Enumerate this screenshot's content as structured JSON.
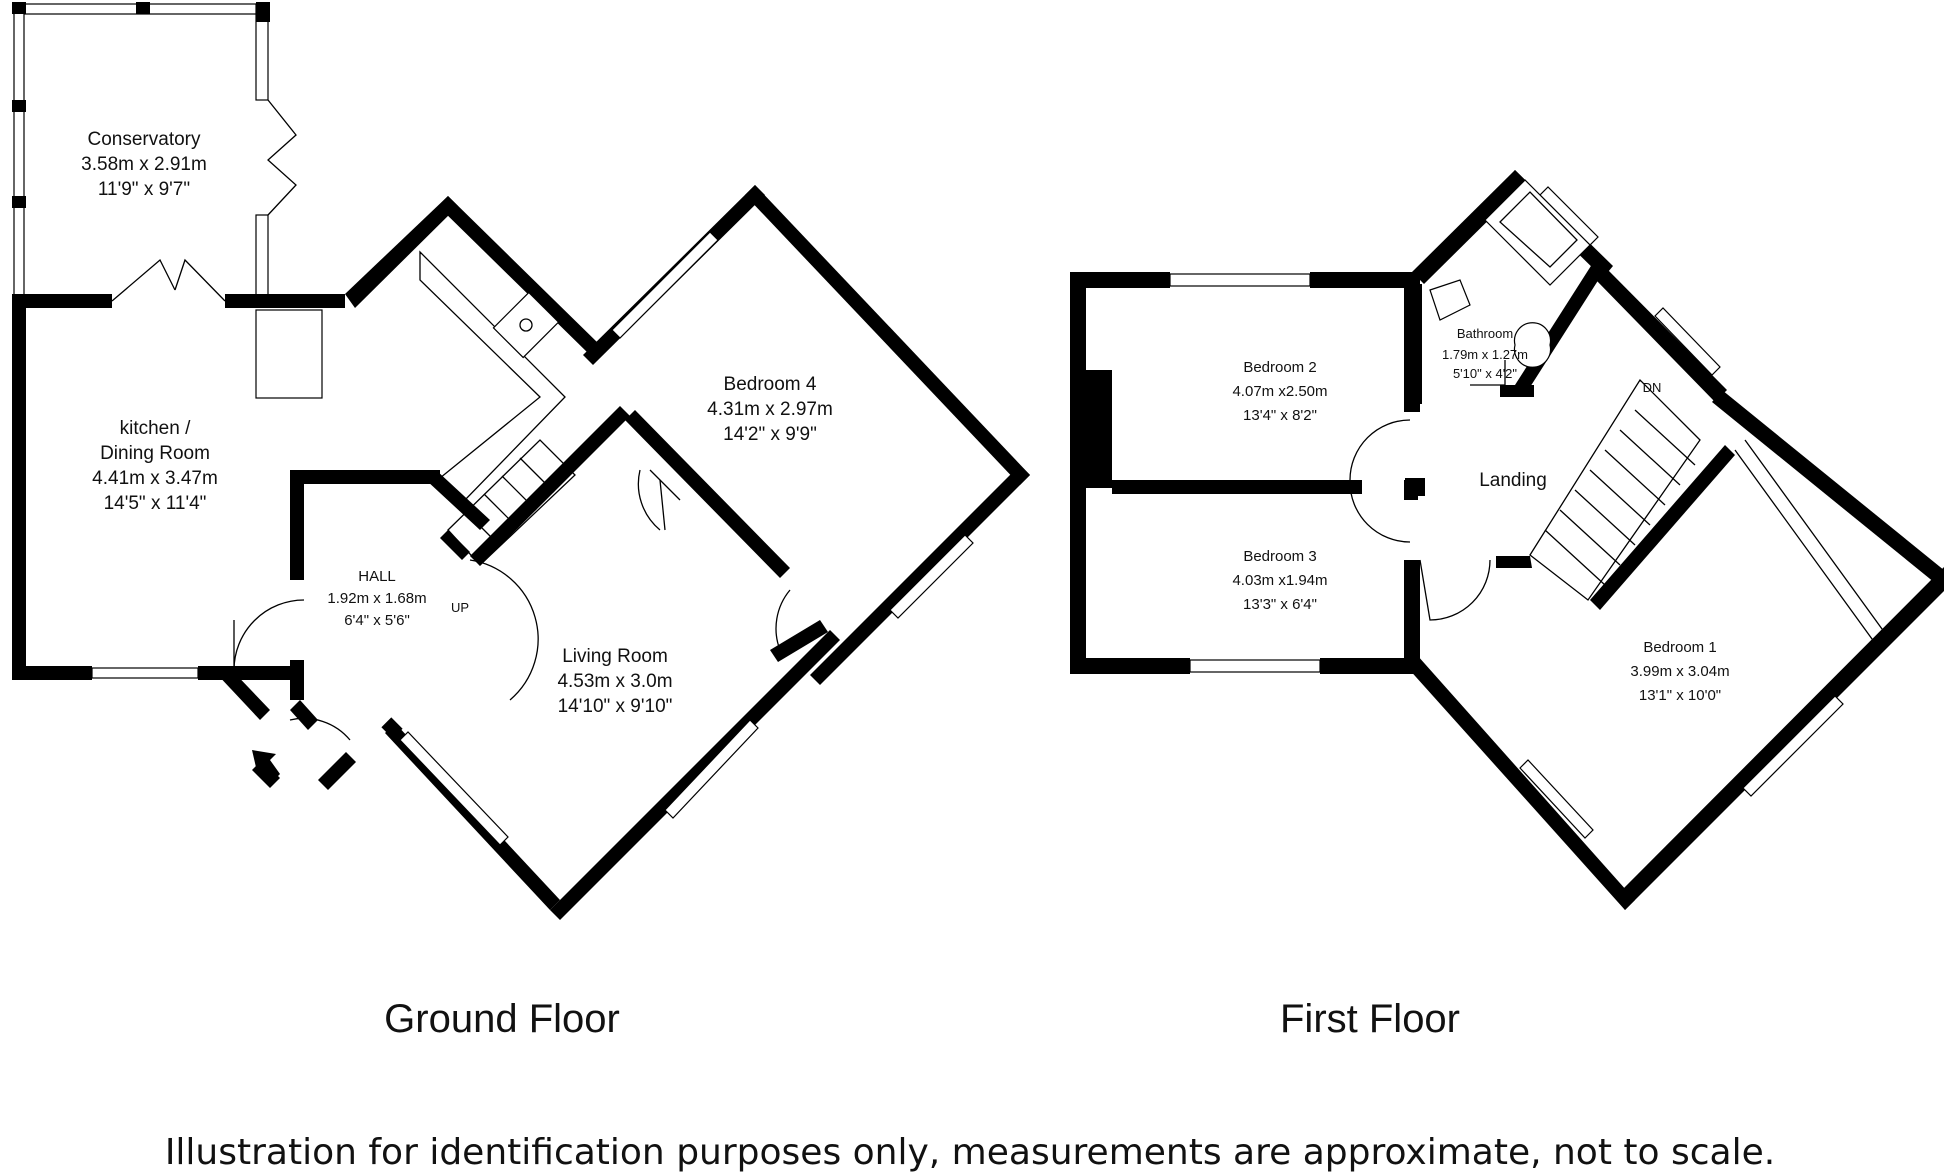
{
  "ground_floor": {
    "label": "Ground Floor",
    "rooms": {
      "conservatory": {
        "name": "Conservatory",
        "metric": "3.58m x 2.91m",
        "imperial": "11'9\" x 9'7\""
      },
      "kitchen": {
        "name_line1": "kitchen /",
        "name_line2": "Dining Room",
        "metric": "4.41m x 3.47m",
        "imperial": "14'5\" x 11'4\""
      },
      "hall": {
        "name": "HALL",
        "metric": "1.92m x 1.68m",
        "imperial": "6'4\" x 5'6\""
      },
      "living_room": {
        "name": "Living Room",
        "metric": "4.53m x 3.0m",
        "imperial": "14'10\" x 9'10\""
      },
      "bedroom4": {
        "name": "Bedroom 4",
        "metric": "4.31m x 2.97m",
        "imperial": "14'2\" x 9'9\""
      }
    },
    "stairs_label": "UP"
  },
  "first_floor": {
    "label": "First Floor",
    "rooms": {
      "bedroom2": {
        "name": "Bedroom 2",
        "metric": "4.07m x2.50m",
        "imperial": "13'4\" x 8'2\""
      },
      "bedroom3": {
        "name": "Bedroom 3",
        "metric": "4.03m x1.94m",
        "imperial": "13'3\" x 6'4\""
      },
      "bathroom": {
        "name": "Bathroom",
        "metric": "1.79m x 1.27m",
        "imperial": "5'10\" x 4'2\""
      },
      "landing": {
        "name": "Landing"
      },
      "bedroom1": {
        "name": "Bedroom 1",
        "metric": "3.99m x 3.04m",
        "imperial": "13'1\" x 10'0\""
      }
    },
    "stairs_label": "DN"
  },
  "disclaimer": "Illustration for identification purposes only, measurements are approximate, not to scale.",
  "colors": {
    "wall": "#000000",
    "background": "#ffffff",
    "text": "#111111"
  }
}
